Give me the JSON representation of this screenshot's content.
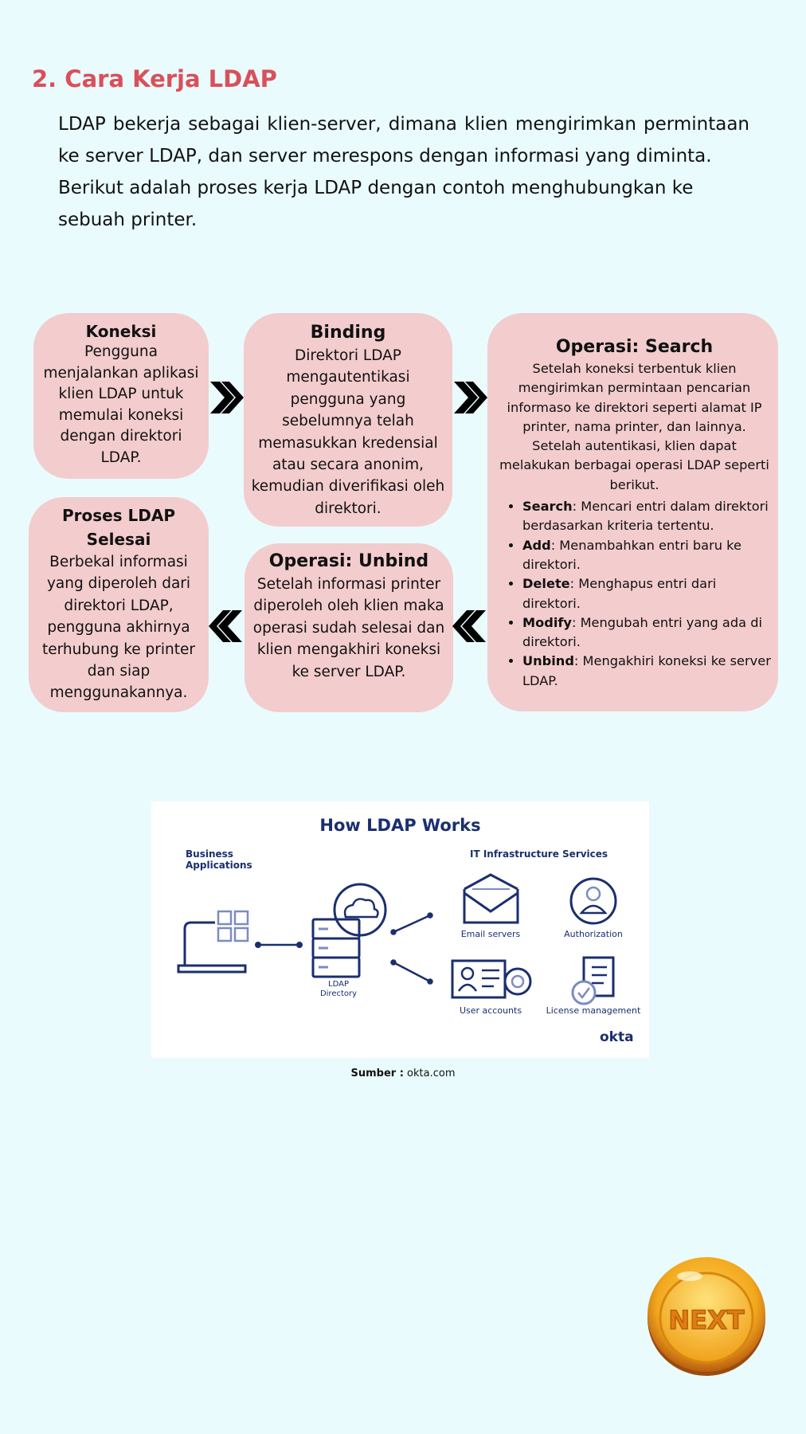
{
  "heading": "2. Cara Kerja LDAP",
  "intro": {
    "p1": "LDAP bekerja sebagai klien-server, dimana klien mengirimkan permintaan ke server LDAP, dan server merespons dengan informasi yang diminta.",
    "p2": "Berikut adalah proses kerja LDAP dengan contoh menghubungkan ke sebuah printer."
  },
  "steps": {
    "koneksi": {
      "title": "Koneksi",
      "body": "Pengguna menjalankan aplikasi klien LDAP untuk memulai koneksi dengan direktori LDAP."
    },
    "binding": {
      "title": "Binding",
      "body": "Direktori LDAP mengautentikasi pengguna yang sebelumnya telah memasukkan kredensial atau secara anonim, kemudian diverifikasi oleh direktori."
    },
    "search": {
      "title": "Operasi: Search",
      "body1": "Setelah koneksi terbentuk klien mengirimkan permintaan pencarian informaso ke direktori seperti alamat IP printer, nama printer, dan lainnya.",
      "body2": "Setelah autentikasi, klien dapat melakukan berbagai operasi LDAP seperti berikut.",
      "ops": [
        {
          "name": "Search",
          "desc": ": Mencari entri dalam direktori berdasarkan kriteria tertentu."
        },
        {
          "name": "Add",
          "desc": ": Menambahkan entri baru ke direktori."
        },
        {
          "name": "Delete",
          "desc": ": Menghapus entri dari direktori."
        },
        {
          "name": "Modify",
          "desc": ": Mengubah entri yang ada di direktori."
        },
        {
          "name": "Unbind",
          "desc": ": Mengakhiri koneksi ke server LDAP."
        }
      ]
    },
    "unbind": {
      "title": "Operasi: Unbind",
      "body": "Setelah informasi printer diperoleh oleh klien maka operasi sudah selesai dan klien mengakhiri koneksi ke server LDAP."
    },
    "selesai": {
      "title": "Proses LDAP Selesai",
      "body": "Berbekal informasi yang diperoleh dari direktori LDAP, pengguna akhirnya terhubung ke printer dan siap menggunakannya."
    }
  },
  "figure": {
    "title": "How LDAP Works",
    "left_label": "Business Applications",
    "right_label": "IT Infrastructure Services",
    "directory_label": "LDAP Directory",
    "email_label": "Email servers",
    "auth_label": "Authorization",
    "users_label": "User accounts",
    "license_label": "License management",
    "brand": "okta",
    "primary_color": "#1a2f6e"
  },
  "caption": {
    "label": "Sumber :",
    "source": "okta.com"
  },
  "next_button": {
    "label": "NEXT",
    "color": "#f2a81d"
  },
  "colors": {
    "background": "#e9fbfd",
    "heading": "#d9505a",
    "box": "#f3cccd"
  }
}
